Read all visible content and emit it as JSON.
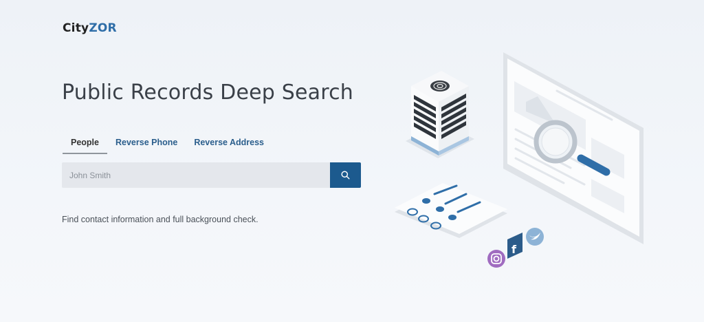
{
  "brand": {
    "part1": "City",
    "part2": "ZOR"
  },
  "hero": {
    "title": "Public Records Deep Search"
  },
  "tabs": [
    {
      "label": "People",
      "active": true
    },
    {
      "label": "Reverse Phone",
      "active": false
    },
    {
      "label": "Reverse Address",
      "active": false
    }
  ],
  "search": {
    "placeholder": "John Smith",
    "value": "",
    "button_icon": "search-icon"
  },
  "description": "Find contact information and full background check.",
  "colors": {
    "brand_blue": "#2f6ea8",
    "button_blue": "#1c5a8e",
    "tab_link": "#2b5e8c"
  }
}
